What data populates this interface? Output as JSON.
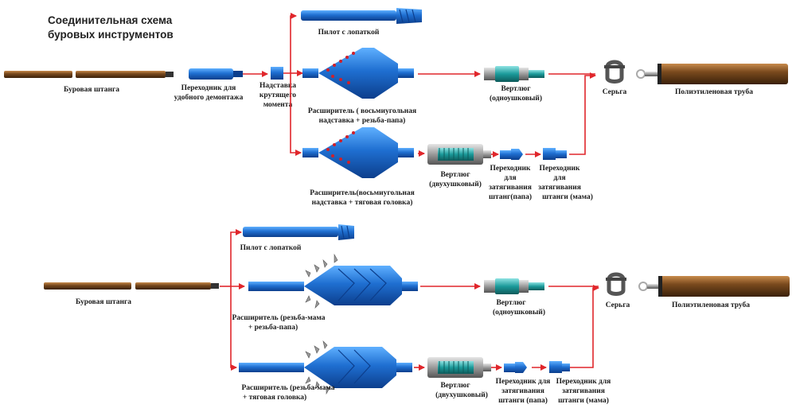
{
  "title": {
    "line1": "Соединительная схема",
    "line2": "буровых инструментов"
  },
  "top": {
    "drill_rod": "Буровая штанга",
    "adapter": [
      "Переходник для",
      "удобного демонтажа"
    ],
    "torque_sub": [
      "Надставка",
      "крутящего",
      "момента"
    ],
    "pilot": "Пилот с лопаткой",
    "reamer1": [
      "Расширитель ( восьмиугольная",
      "надставка + резьба-папа)"
    ],
    "reamer2": [
      "Расширитель(восьмиугольная",
      "надставка + тяговая головка)"
    ],
    "swivel1": [
      "Вертлюг",
      "(одноушковый)"
    ],
    "swivel2": [
      "Вертлюг",
      "(двухушковый)"
    ],
    "pull_adapter_male": [
      "Переходник",
      "для",
      "затягивания",
      "штанг(папа)"
    ],
    "pull_adapter_female": [
      "Переходник",
      "для",
      "затягивания",
      "штанги (мама)"
    ],
    "shackle": "Серьга",
    "pe_pipe": "Полиэтиленовая труба"
  },
  "bottom": {
    "drill_rod": "Буровая штанга",
    "pilot": "Пилот с лопаткой",
    "reamer1": [
      "Расширитель (резьба-мама",
      "+ резьба-папа)"
    ],
    "reamer2": [
      "Расширитель (резьба-мама",
      "+ тяговая головка)"
    ],
    "swivel1": [
      "Вертлюг",
      "(одноушковый)"
    ],
    "swivel2": [
      "Вертлюг",
      "(двухушковый)"
    ],
    "pull_adapter_male": [
      "Переходник для",
      "затягивания",
      "штанги (папа)"
    ],
    "pull_adapter_female": [
      "Переходник для",
      "затягивания",
      "штанги (мама)"
    ],
    "shackle": "Серьга",
    "pe_pipe": "Полиэтиленовая труба"
  },
  "colors": {
    "arrow": "#e0262b",
    "tool_blue": "#1f6fd1",
    "pipe_brown": "#7a4a1e",
    "swivel_teal": "#1b9a9a",
    "stud_red": "#d0202a"
  }
}
